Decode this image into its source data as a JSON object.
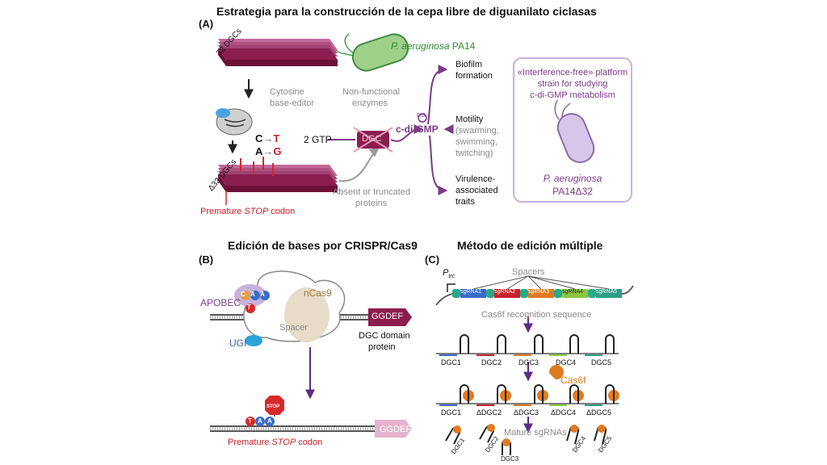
{
  "title": "Estrategia para la construcción de la cepa libre de diguanilato ciclasas",
  "panel_a": {
    "label": "(A)",
    "dgcs_top": "32 DGCs",
    "organism": "P. aeruginosa",
    "strain_top": "PA14",
    "base_editor": [
      "Cytosine",
      "base-editor"
    ],
    "conv1_from": "C",
    "conv1_to": "T",
    "conv2_from": "A",
    "conv2_to": "G",
    "dgcs_bottom": "Δ32 DGCs",
    "premature_prefix": "Premature ",
    "premature_stop": "STOP",
    "premature_suffix": " codon",
    "non_functional": [
      "Non-functional",
      "enzymes"
    ],
    "gtp": "2 GTP",
    "dgc": "DGC",
    "cdigmp": "c-di-GMP",
    "gg": "GG",
    "absent": [
      "Absent or truncated",
      "proteins"
    ],
    "out_biofilm": [
      "Biofilm",
      "formation"
    ],
    "out_motility": [
      "Motility"
    ],
    "out_motility_sub": [
      "(swarming,",
      "swimming,",
      "twitching)"
    ],
    "out_virulence": [
      "Virulence-",
      "associated",
      "traits"
    ],
    "platform": [
      "«Interference-free» platform",
      "strain for studying",
      "c-di-GMP metabolism"
    ],
    "strain_bottom_org": "P. aeruginosa",
    "strain_bottom": "PA14Δ32"
  },
  "panel_b": {
    "header": "Edición de bases por CRISPR/Cas9",
    "label": "(B)",
    "apobec": "APOBEC",
    "ncas9": "nCas9",
    "spacer": "Spacer",
    "ugi": "UGI",
    "ggdef": "GGDEF",
    "dgc_domain": [
      "DGC domain",
      "protein"
    ],
    "bases_top": [
      "C",
      "A",
      "A"
    ],
    "t_top": "T",
    "stop": "STOP",
    "bases_bottom": [
      "T",
      "A",
      "A"
    ],
    "ggdef2": "GGDEF",
    "premature_prefix": "Premature ",
    "premature_stop": "STOP",
    "premature_suffix": " codon"
  },
  "panel_c": {
    "header": "Método de edición múltiple",
    "label": "(C)",
    "ptrc": "P",
    "ptrc_sub": "trc",
    "spacers": "Spacers",
    "sgrnas": [
      "sgRNA1",
      "sgRNA2",
      "sgRNA3",
      "sgRNA4",
      "sgRNA5"
    ],
    "cas6f_recognition": "Cas6f recognition sequence",
    "dgcs": [
      "DGC1",
      "DGC2",
      "DGC3",
      "DGC4",
      "DGC5"
    ],
    "cas6f": "Cas6f",
    "dgcs_cut": [
      "DGC1",
      "ΔDGC2",
      "ΔDGC3",
      "ΔDGC4",
      "ΔDGC5"
    ],
    "mature": "Mature sgRNAs",
    "mature_dgcs": [
      "DGC1",
      "DGC2",
      "DGC3",
      "DGC4",
      "DGC5"
    ]
  },
  "colors": {
    "magenta": "#8b1d4f",
    "purple": "#7b3a86",
    "red": "#c8202a",
    "green": "#2f8a2f",
    "lavender": "#c7b2db"
  }
}
